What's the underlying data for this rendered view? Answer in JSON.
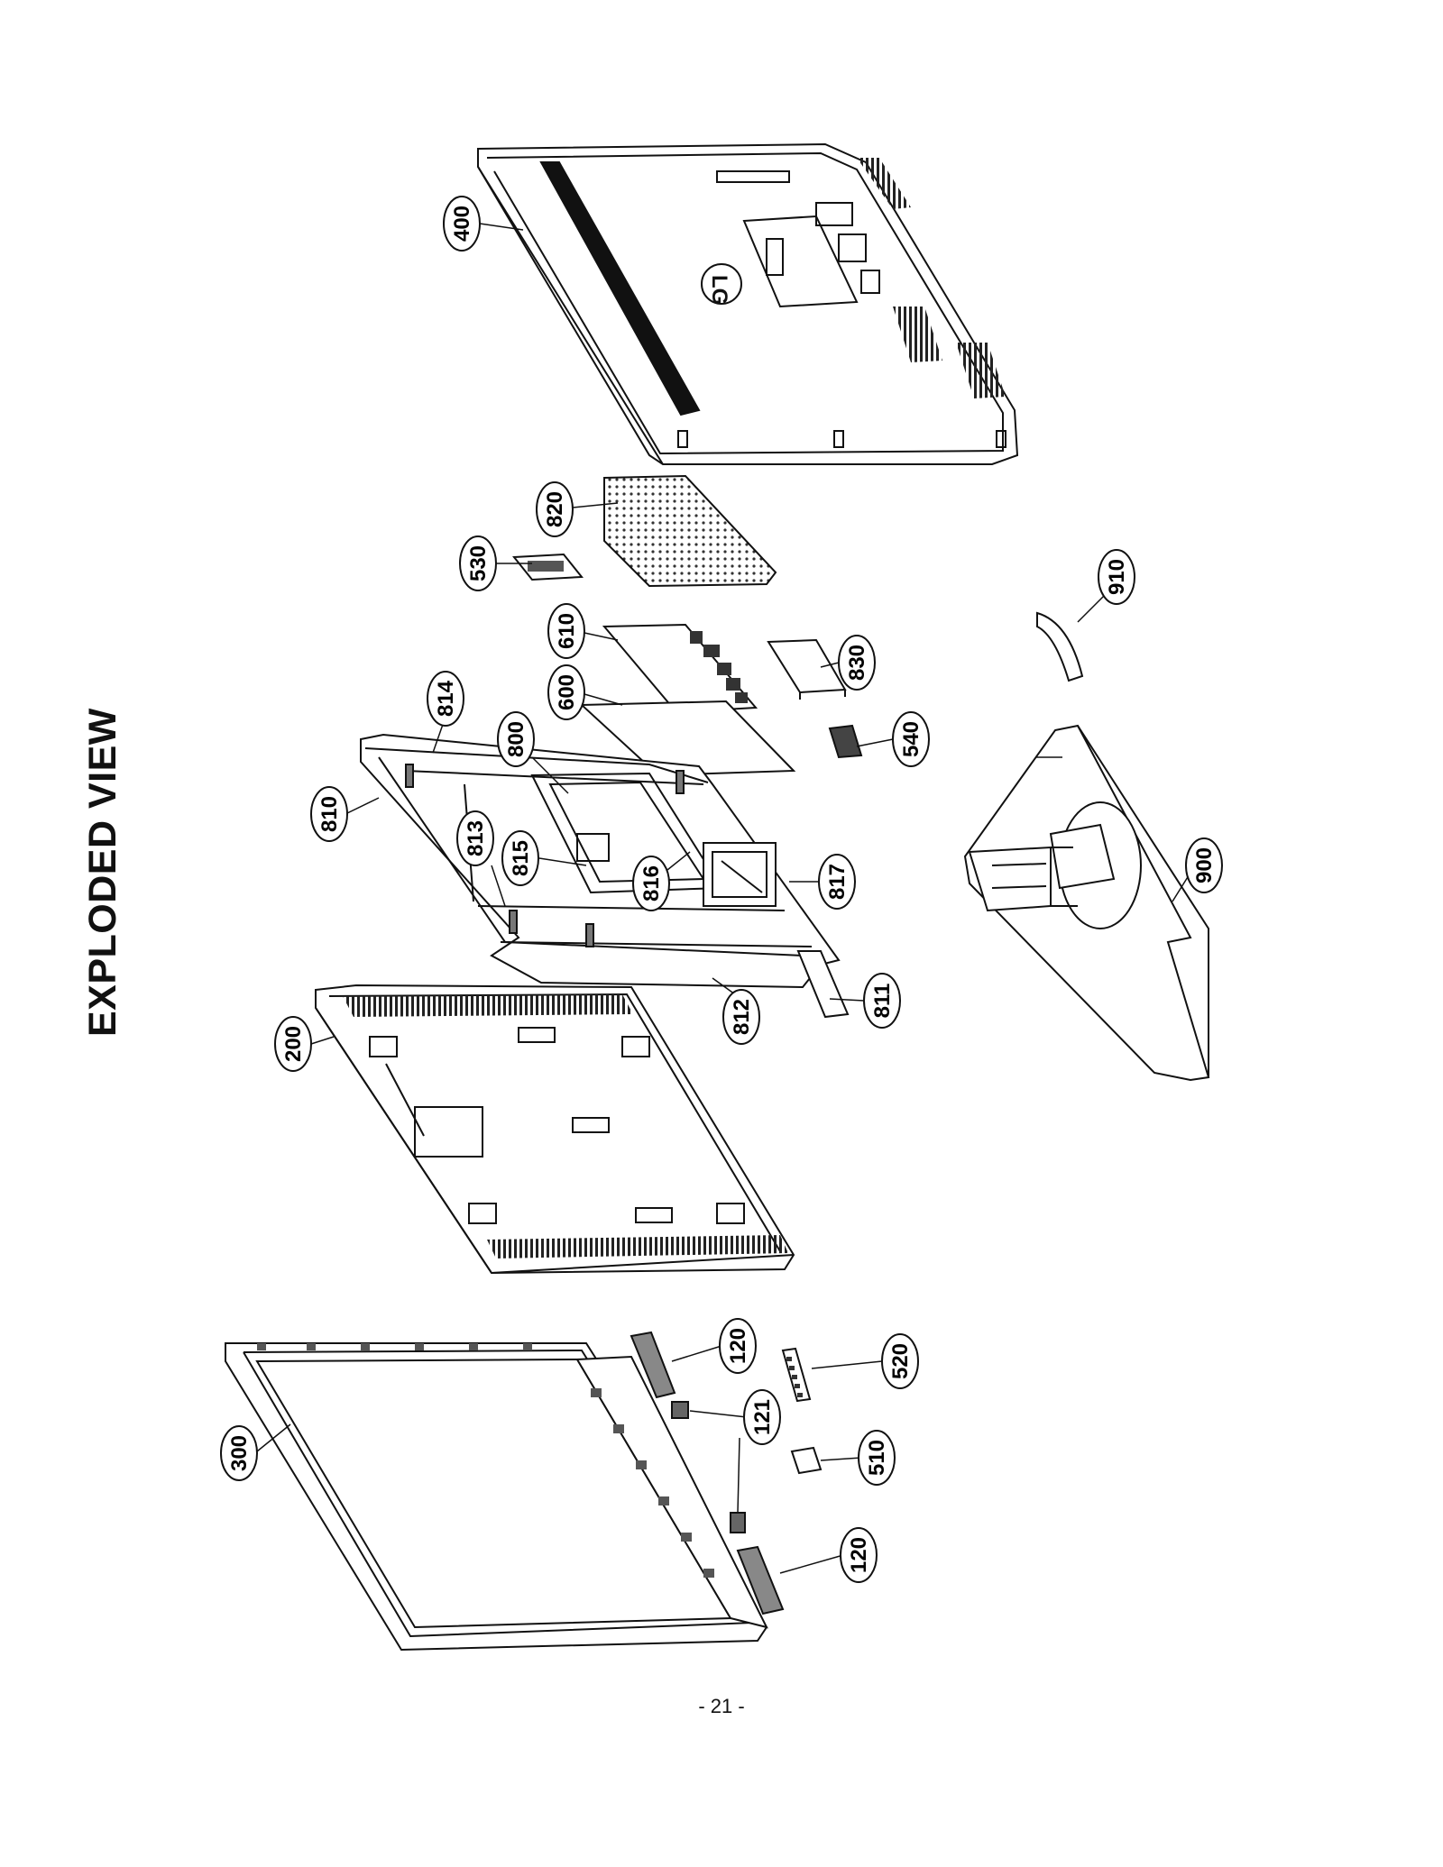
{
  "title": "EXPLODED VIEW",
  "page_number": "- 21 -",
  "logo_text": "LG",
  "callouts": [
    {
      "id": "c400",
      "label": "400"
    },
    {
      "id": "c820",
      "label": "820"
    },
    {
      "id": "c530",
      "label": "530"
    },
    {
      "id": "c610",
      "label": "610"
    },
    {
      "id": "c600",
      "label": "600"
    },
    {
      "id": "c814",
      "label": "814"
    },
    {
      "id": "c800",
      "label": "800"
    },
    {
      "id": "c810",
      "label": "810"
    },
    {
      "id": "c813",
      "label": "813"
    },
    {
      "id": "c815",
      "label": "815"
    },
    {
      "id": "c816",
      "label": "816"
    },
    {
      "id": "c817",
      "label": "817"
    },
    {
      "id": "c811",
      "label": "811"
    },
    {
      "id": "c812",
      "label": "812"
    },
    {
      "id": "c830",
      "label": "830"
    },
    {
      "id": "c540",
      "label": "540"
    },
    {
      "id": "c910",
      "label": "910"
    },
    {
      "id": "c900",
      "label": "900"
    },
    {
      "id": "c200",
      "label": "200"
    },
    {
      "id": "c300",
      "label": "300"
    },
    {
      "id": "c120a",
      "label": "120"
    },
    {
      "id": "c121",
      "label": "121"
    },
    {
      "id": "c520",
      "label": "520"
    },
    {
      "id": "c510",
      "label": "510"
    },
    {
      "id": "c120b",
      "label": "120"
    }
  ]
}
